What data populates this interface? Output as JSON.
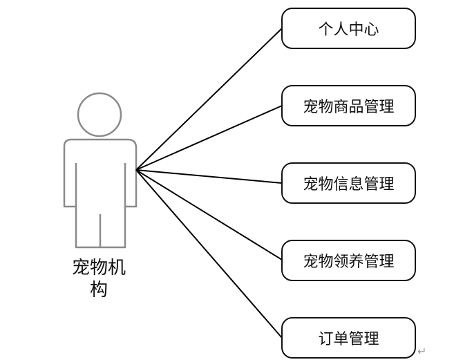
{
  "actor": {
    "name_line1": "宠物机",
    "name_line2": "构"
  },
  "use_cases": [
    {
      "label": "个人中心"
    },
    {
      "label": "宠物商品管理"
    },
    {
      "label": "宠物信息管理"
    },
    {
      "label": "宠物领养管理"
    },
    {
      "label": "订单管理"
    }
  ],
  "paragraph_mark": "↵"
}
